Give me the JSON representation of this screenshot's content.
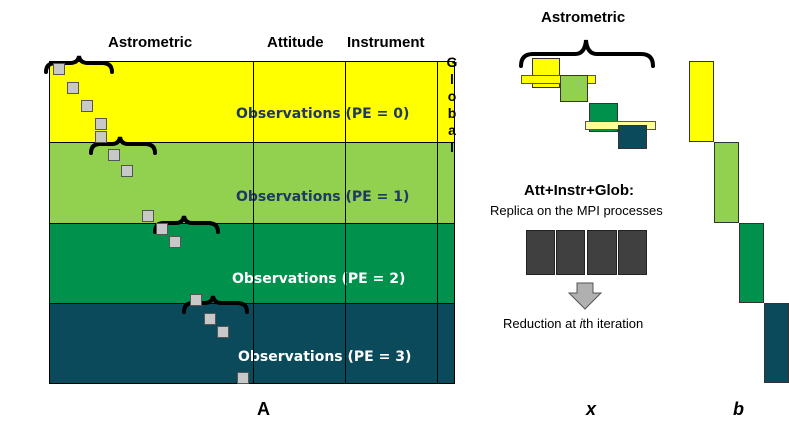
{
  "matrix_A": {
    "headers": {
      "astrometric": "Astrometric",
      "attitude": "Attitude",
      "instrument": "Instrument"
    },
    "global_letters": [
      "G",
      "l",
      "o",
      "b",
      "a",
      "l"
    ],
    "bands": [
      {
        "label": "Observations (PE = 0)",
        "color": "#ffff00",
        "text_color": "#1f3864"
      },
      {
        "label": "Observations (PE = 1)",
        "color": "#92d050",
        "text_color": "#1f3864"
      },
      {
        "label": "Observations (PE = 2)",
        "color": "#00914d",
        "text_color": "#ffffff"
      },
      {
        "label": "Observations (PE = 3)",
        "color": "#0b4a5a",
        "text_color": "#ffffff"
      }
    ],
    "label": "A"
  },
  "vector_x": {
    "header": "Astrometric",
    "replica_title": "Att+Instr+Glob:",
    "replica_subtitle": "Replica on the MPI processes",
    "reduction_prefix": "Reduction at ",
    "reduction_italic": "i",
    "reduction_suffix": "th iteration",
    "label": "x"
  },
  "vector_b": {
    "label": "b"
  },
  "colors": {
    "pe0": "#ffff00",
    "pe1": "#92d050",
    "pe2": "#00914d",
    "pe3": "#0b4a5a",
    "replica_block": "#404040",
    "arrow": "#b0b0b0"
  }
}
